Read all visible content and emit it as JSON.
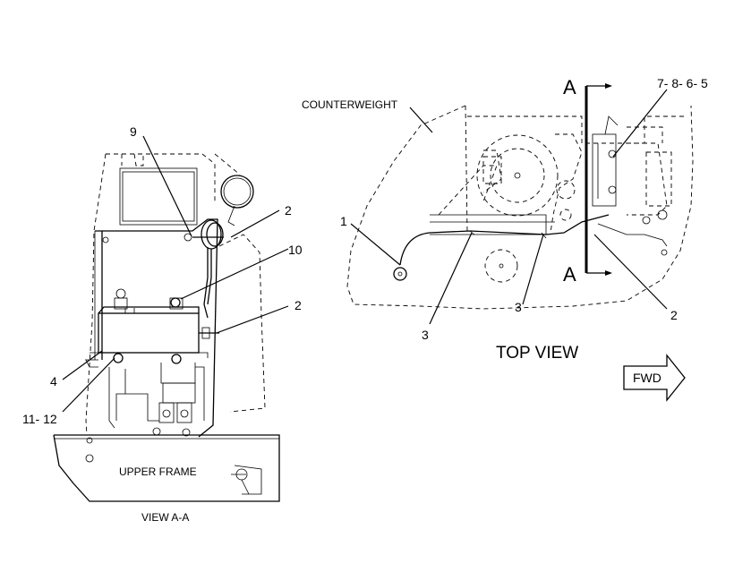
{
  "view_a": {
    "callout_9": "9",
    "callout_2_upper": "2",
    "callout_10": "10",
    "callout_2_lower": "2",
    "callout_4": "4",
    "callout_11_12": "11- 12",
    "upper_frame": "UPPER FRAME",
    "caption": "VIEW A-A"
  },
  "top_view": {
    "counterweight": "COUNTERWEIGHT",
    "section_a_top": "A",
    "section_a_bottom": "A",
    "callout_7_8_6_5": "7- 8- 6- 5",
    "callout_1": "1",
    "callout_3_left": "3",
    "callout_3_right": "3",
    "callout_2": "2",
    "caption": "TOP VIEW",
    "fwd": "FWD"
  }
}
